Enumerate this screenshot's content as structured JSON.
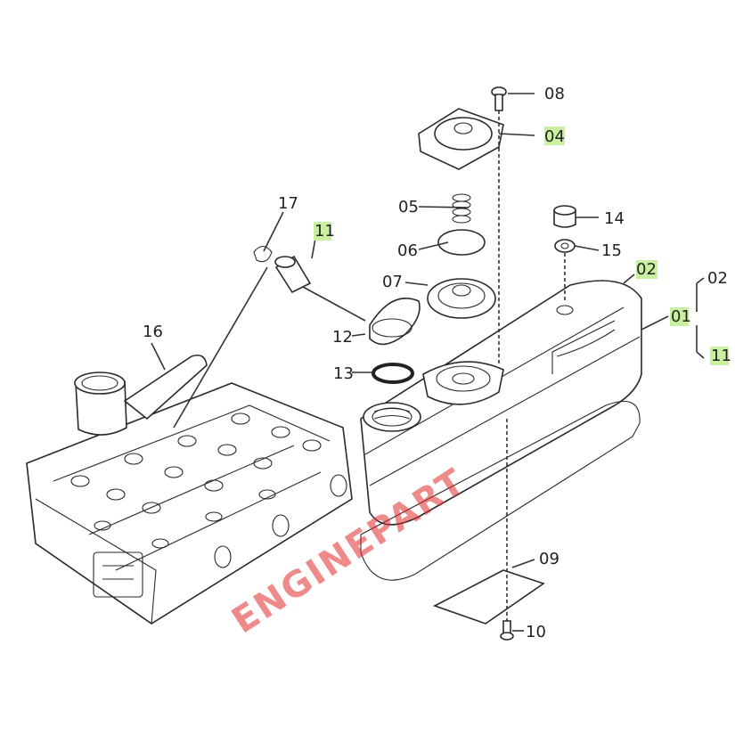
{
  "labels": {
    "p01": "01",
    "p02": "02",
    "p02b": "02",
    "p04": "04",
    "p05": "05",
    "p06": "06",
    "p07": "07",
    "p08": "08",
    "p09": "09",
    "p10": "10",
    "p11a": "11",
    "p11b": "11",
    "p12": "12",
    "p13": "13",
    "p14": "14",
    "p15": "15",
    "p16": "16",
    "p17": "17"
  },
  "colors": {
    "highlight": "#c9f0a0",
    "watermark": "#e22b2b"
  }
}
